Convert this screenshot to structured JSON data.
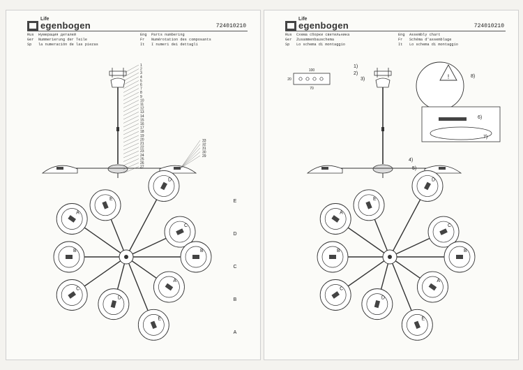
{
  "brand": {
    "life": "Life",
    "name": "egenbogen"
  },
  "sheets": [
    {
      "code": "724010210",
      "captions": [
        [
          "Rus",
          "Нумерация деталей",
          "Eng",
          "Parts numbering"
        ],
        [
          "Ger",
          "Nummerierung der Teile",
          "Fr",
          "Numérotation des composants"
        ],
        [
          "Sp",
          "la numeración de las piezas",
          "It",
          "I numeri dei dettagli"
        ]
      ]
    },
    {
      "code": "724010210",
      "captions": [
        [
          "Rus",
          "Схема сборки светильника",
          "Eng",
          "Assembly chart"
        ],
        [
          "Ger",
          "Zusammenbauschema",
          "Fr",
          "Schéma d'assemblage"
        ],
        [
          "Sp",
          "Lo schema di montaggio",
          "It",
          "Lo schema di montaggio"
        ]
      ]
    }
  ],
  "part_numbers_left": [
    "1",
    "2",
    "3",
    "4",
    "5",
    "6",
    "7",
    "8",
    "9",
    "10",
    "11",
    "12",
    "13",
    "14",
    "15",
    "16",
    "17",
    "18",
    "19",
    "20",
    "21",
    "22",
    "23",
    "24",
    "25",
    "26",
    "27"
  ],
  "part_numbers_right": [
    "33",
    "32",
    "31",
    "30",
    "29"
  ],
  "lamp_letters": [
    "A",
    "B",
    "C",
    "D",
    "E"
  ],
  "assembly_steps": [
    "1)",
    "2)",
    "3)",
    "4)",
    "5)",
    "6)",
    "7)",
    "8)"
  ],
  "canopy_dims": {
    "w": "100",
    "h": "20",
    "inner": "70"
  }
}
